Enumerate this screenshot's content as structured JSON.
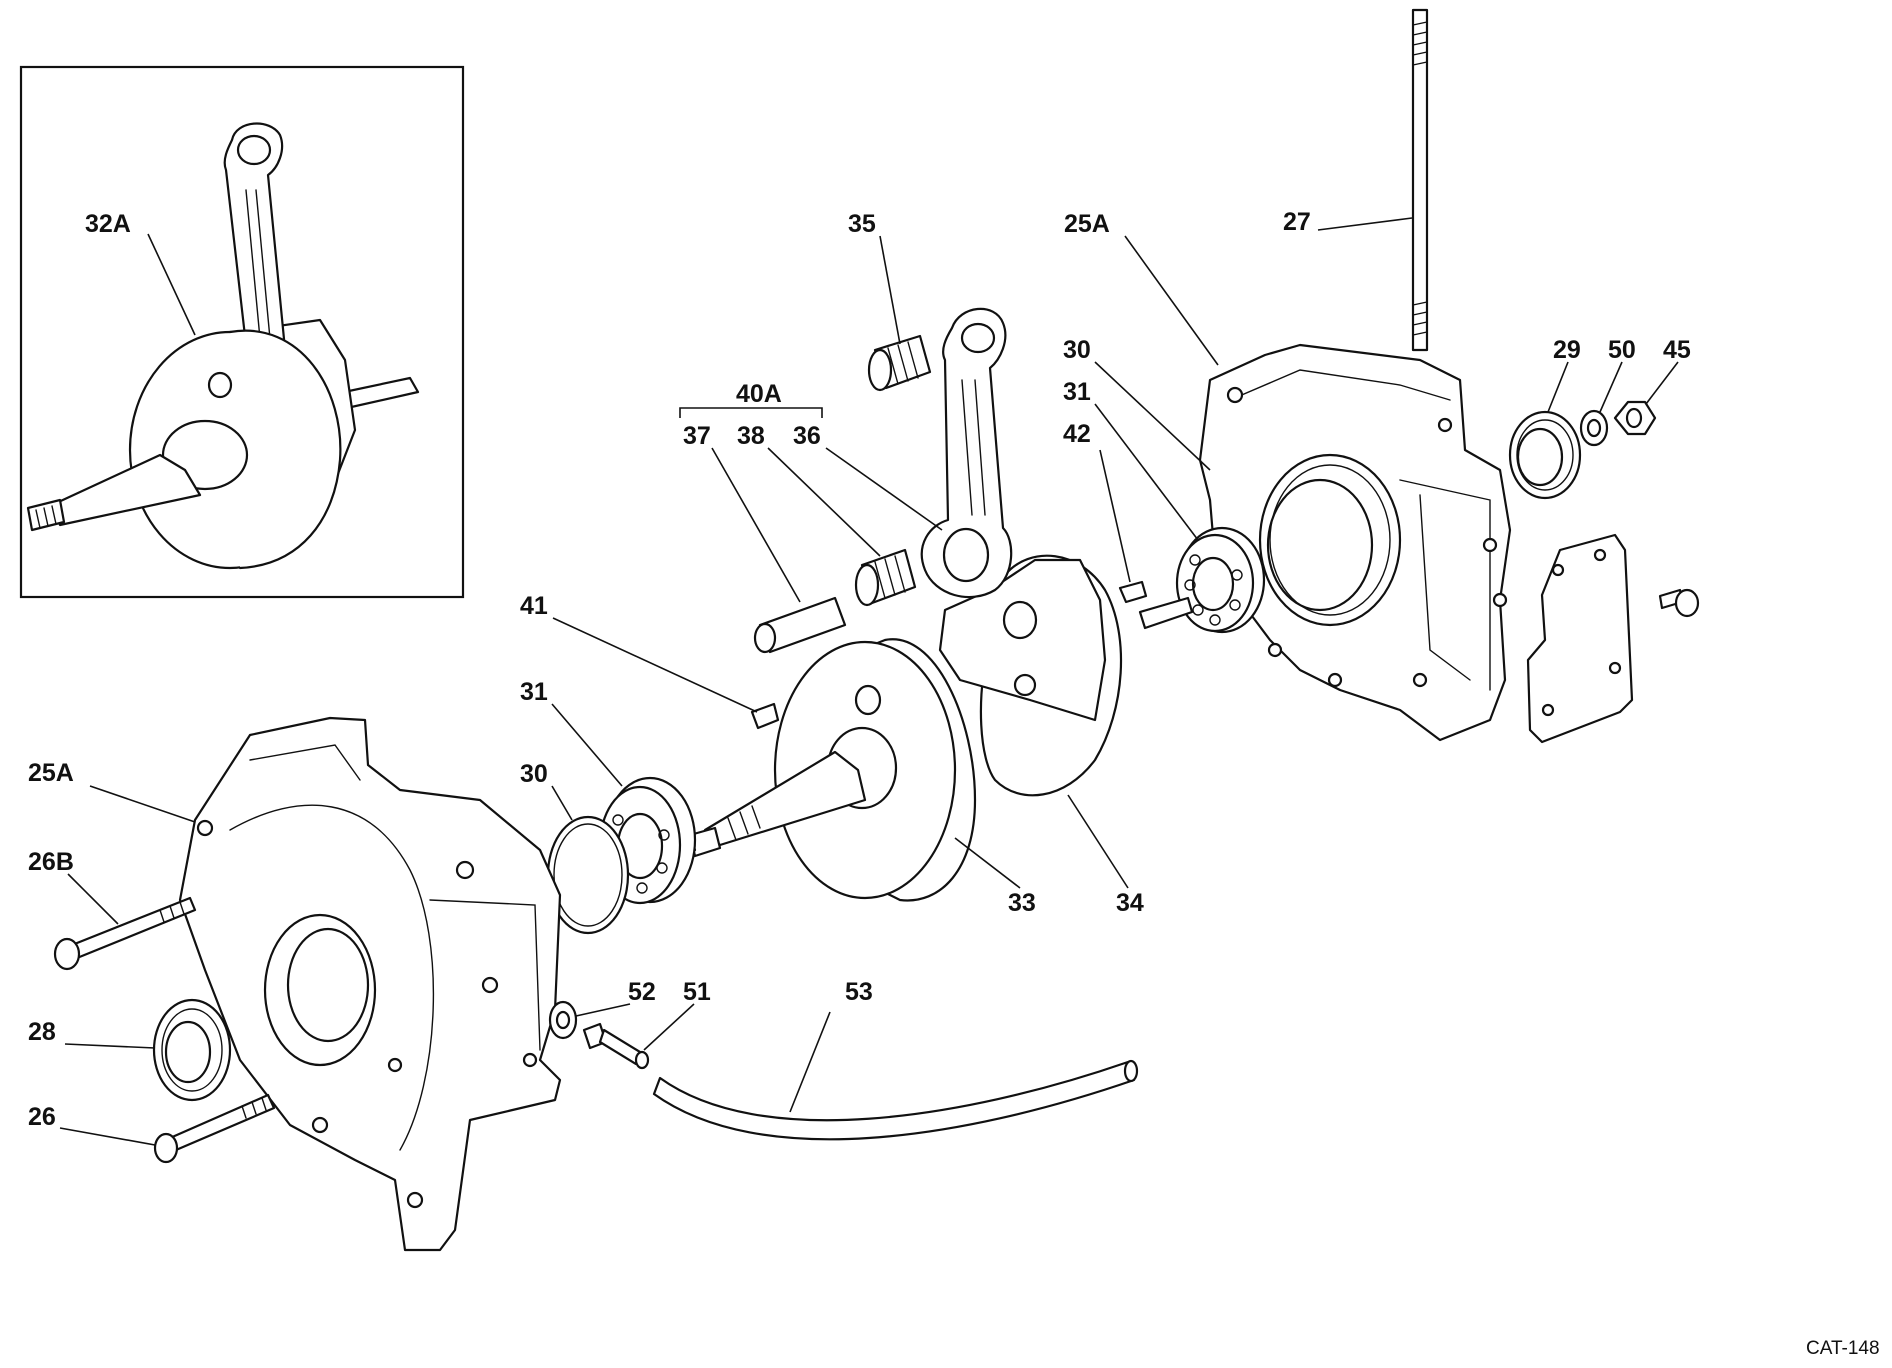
{
  "labels": {
    "l_32a": "32A",
    "l_35": "35",
    "l_25a_top": "25A",
    "l_27": "27",
    "l_40a": "40A",
    "l_37": "37",
    "l_38": "38",
    "l_36": "36",
    "l_30_top": "30",
    "l_31_top": "31",
    "l_42": "42",
    "l_29": "29",
    "l_50": "50",
    "l_45": "45",
    "l_41": "41",
    "l_31_left": "31",
    "l_30_left": "30",
    "l_25a_left": "25A",
    "l_26b_num": "26",
    "l_26b_suffix": "B",
    "l_33": "33",
    "l_34": "34",
    "l_52": "52",
    "l_51": "51",
    "l_53": "53",
    "l_28": "28",
    "l_26": "26"
  },
  "drawing_code": "CAT-148"
}
